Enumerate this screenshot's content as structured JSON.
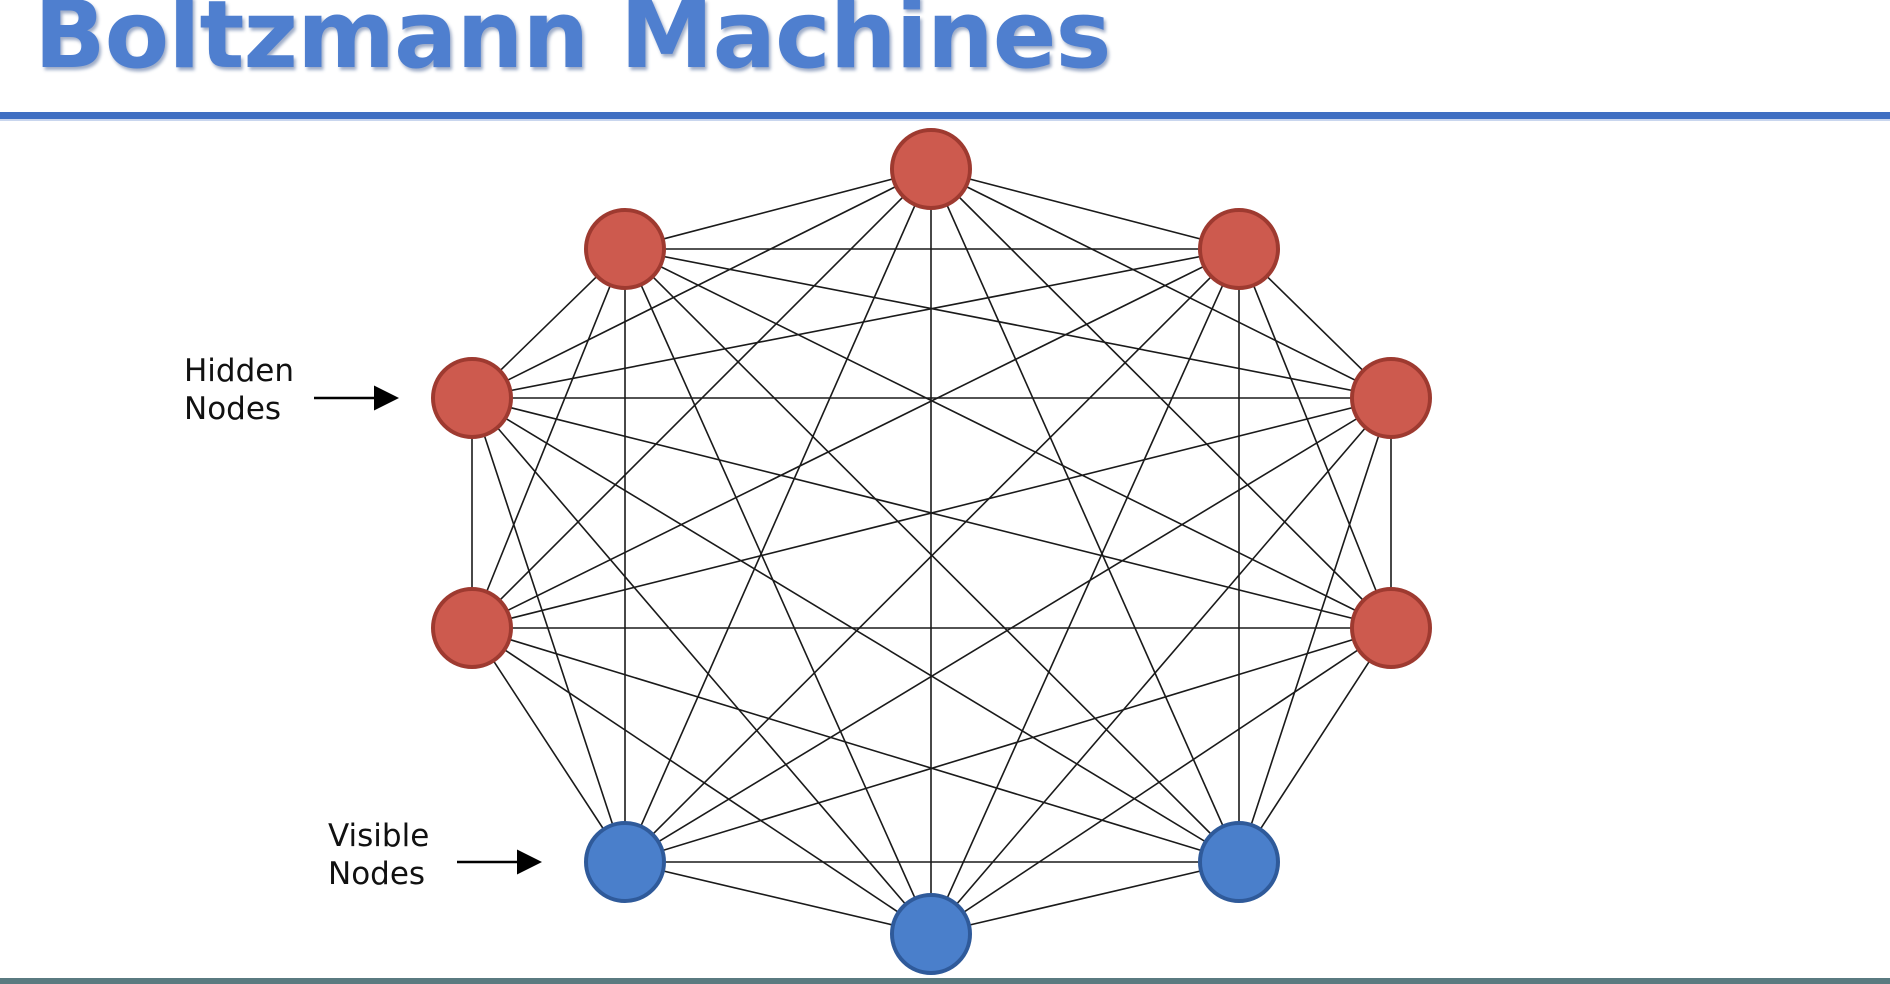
{
  "slide": {
    "title": "Boltzmann Machines"
  },
  "colors": {
    "title": "#4f7fcf",
    "rule": "#3f6fc2",
    "hidden_node_fill": "#cd5a4e",
    "hidden_node_stroke": "#9e3a30",
    "visible_node_fill": "#4a7fcb",
    "visible_node_stroke": "#2f5a9a",
    "edge": "#1a1a1a"
  },
  "labels": {
    "hidden_line1": "Hidden",
    "hidden_line2": "Nodes",
    "visible_line1": "Visible",
    "visible_line2": "Nodes"
  },
  "graph": {
    "type": "fully-connected",
    "nodes": [
      {
        "id": "h1",
        "kind": "hidden"
      },
      {
        "id": "h2",
        "kind": "hidden"
      },
      {
        "id": "h3",
        "kind": "hidden"
      },
      {
        "id": "h4",
        "kind": "hidden"
      },
      {
        "id": "h5",
        "kind": "hidden"
      },
      {
        "id": "h6",
        "kind": "hidden"
      },
      {
        "id": "h7",
        "kind": "hidden"
      },
      {
        "id": "v1",
        "kind": "visible"
      },
      {
        "id": "v2",
        "kind": "visible"
      },
      {
        "id": "v3",
        "kind": "visible"
      }
    ]
  }
}
